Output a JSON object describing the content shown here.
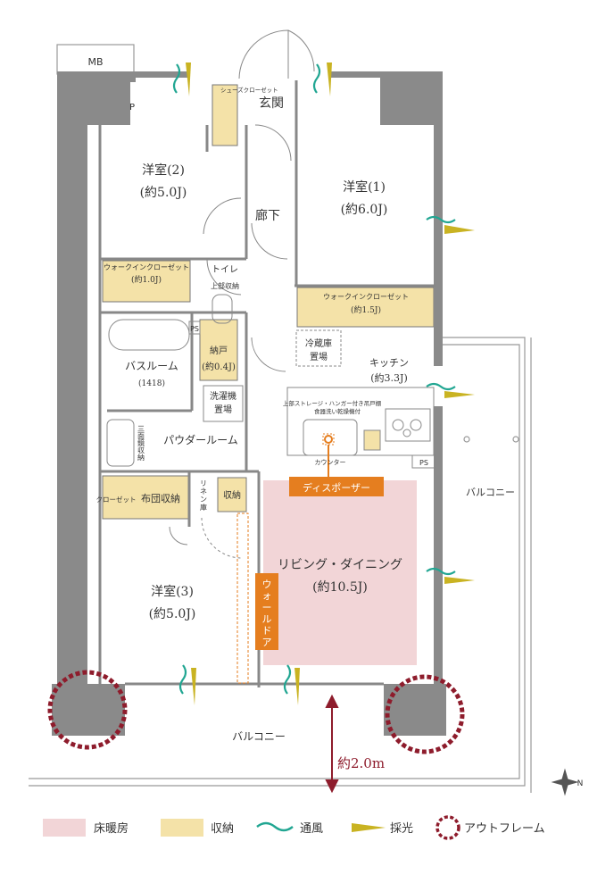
{
  "plan": {
    "mb": "MB",
    "p": "P",
    "entrance": "玄関",
    "shoes": "シューズクローゼット",
    "hall": "廊下",
    "room1": {
      "name": "洋室(1)",
      "size": "(約6.0J)"
    },
    "room2": {
      "name": "洋室(2)",
      "size": "(約5.0J)"
    },
    "room3": {
      "name": "洋室(3)",
      "size": "(約5.0J)"
    },
    "wic_small": {
      "name": "ウォークインクローゼット",
      "size": "(約1.0J)"
    },
    "wic_large": {
      "name": "ウォークインクローゼット",
      "size": "(約1.5J)"
    },
    "toilet": "トイレ",
    "upper_storage": "上部収納",
    "ps": "PS",
    "storeroom": {
      "name": "納戸",
      "size": "(約0.4J)"
    },
    "bath": {
      "name": "バスルーム",
      "size": "(1418)"
    },
    "washer": [
      "洗濯機",
      "置場"
    ],
    "fridge": [
      "冷蔵庫",
      "置場"
    ],
    "kitchen": {
      "name": "キッチン",
      "size": "(約3.3J)"
    },
    "kitchen_note": [
      "上部ストレージ・ハンガー付き吊戸棚",
      "食器洗い乾燥機付"
    ],
    "powder": "パウダールーム",
    "mirror": [
      "三",
      "面",
      "鏡",
      "収",
      "納"
    ],
    "counter": "カウンター",
    "disposer": "ディスポーザー",
    "closet": "クローゼット",
    "futon": "布団収納",
    "linen": [
      "リ",
      "ネ",
      "ン",
      "庫"
    ],
    "storage": "収納",
    "living": {
      "name": "リビング・ダイニング",
      "size": "(約10.5J)"
    },
    "walldoor": [
      "ウ",
      "ォ",
      "ー",
      "ル",
      "ド",
      "ア"
    ],
    "balcony_side": [
      "バ",
      "ル",
      "コ",
      "ニ",
      "ー"
    ],
    "balcony_bottom": "バルコニー",
    "depth": "約2.0m",
    "compass": "N"
  },
  "legend": {
    "floor_heating": "床暖房",
    "storage": "収納",
    "ventilation": "通風",
    "daylight": "採光",
    "outframe": "アウトフレーム"
  },
  "colors": {
    "floor_heating": "#f2d5d7",
    "storage": "#f4e2a8",
    "ventilation": "#21a692",
    "daylight": "#c9b322",
    "outframe": "#8e1c2c",
    "disposer_tag": "#e57e1f",
    "wall": "#8a8a8a"
  }
}
